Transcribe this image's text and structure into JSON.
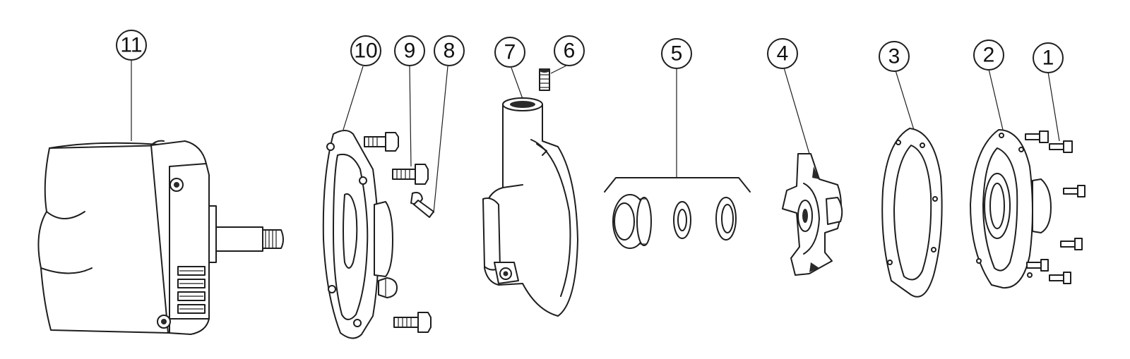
{
  "callouts": [
    {
      "id": "11",
      "label": "11"
    },
    {
      "id": "10",
      "label": "10"
    },
    {
      "id": "9",
      "label": "9"
    },
    {
      "id": "8",
      "label": "8"
    },
    {
      "id": "7",
      "label": "7"
    },
    {
      "id": "6",
      "label": "6"
    },
    {
      "id": "5",
      "label": "5"
    },
    {
      "id": "4",
      "label": "4"
    },
    {
      "id": "3",
      "label": "3"
    },
    {
      "id": "2",
      "label": "2"
    },
    {
      "id": "1",
      "label": "1"
    }
  ],
  "colors": {
    "ink": "#1e1e1e",
    "paper": "#ffffff"
  }
}
